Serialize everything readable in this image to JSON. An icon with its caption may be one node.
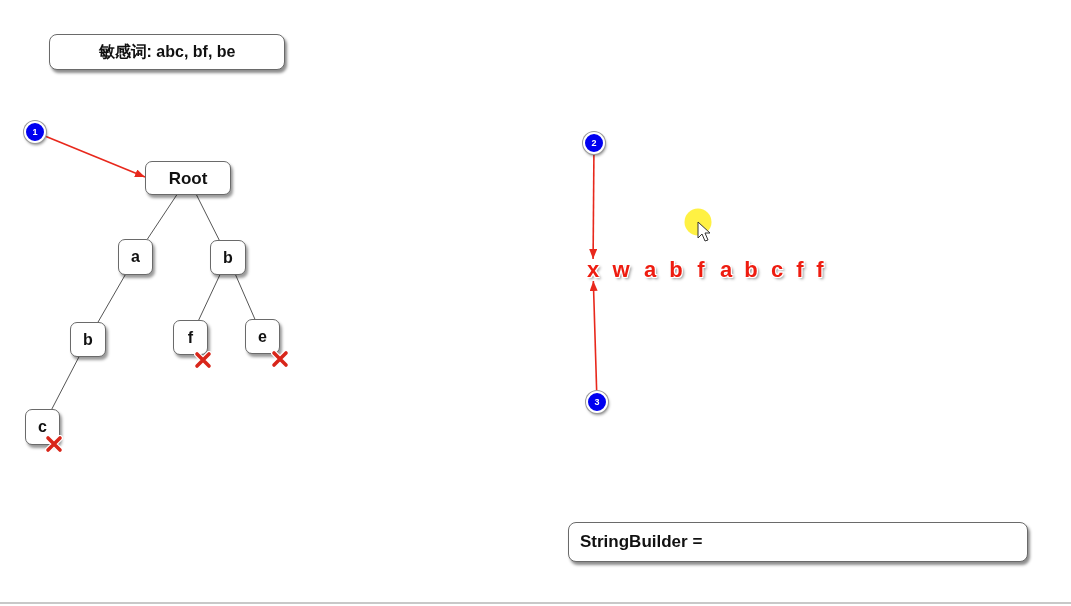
{
  "diagram": {
    "nodes": [
      {
        "text": [
          "敏感词: abc, bf, be"
        ]
      },
      {
        "text": [
          "1"
        ]
      },
      {
        "text": [
          "Root"
        ]
      },
      {
        "text": [
          "a"
        ]
      },
      {
        "text": [
          "b"
        ]
      },
      {
        "text": [
          "b"
        ]
      },
      {
        "text": [
          "f"
        ]
      },
      {
        "text": [
          "e"
        ]
      },
      {
        "text": [
          "c"
        ]
      },
      {
        "text": [
          "2"
        ]
      },
      {
        "text": [
          "x"
        ]
      },
      {
        "text": [
          "3"
        ]
      },
      {
        "text": [
          "StringBuilder ="
        ]
      }
    ],
    "edges": [
      {
        "from": 1,
        "to": 2,
        "arrow": "to",
        "color": "#e8281c"
      },
      {
        "from": 2,
        "to": 3,
        "arrow": "none"
      },
      {
        "from": 2,
        "to": 4,
        "arrow": "none"
      },
      {
        "from": 3,
        "to": 5,
        "arrow": "none"
      },
      {
        "from": 5,
        "to": 8,
        "arrow": "none"
      },
      {
        "from": 4,
        "to": 6,
        "arrow": "none"
      },
      {
        "from": 4,
        "to": 7,
        "arrow": "none"
      },
      {
        "from": 9,
        "to": 10,
        "arrow": "to",
        "color": "#e8281c"
      },
      {
        "from": 11,
        "to": 10,
        "arrow": "to",
        "color": "#e8281c"
      }
    ],
    "labels": [
      "w",
      "a",
      "b",
      "f",
      "a",
      "b",
      "c",
      "f",
      "f"
    ]
  }
}
